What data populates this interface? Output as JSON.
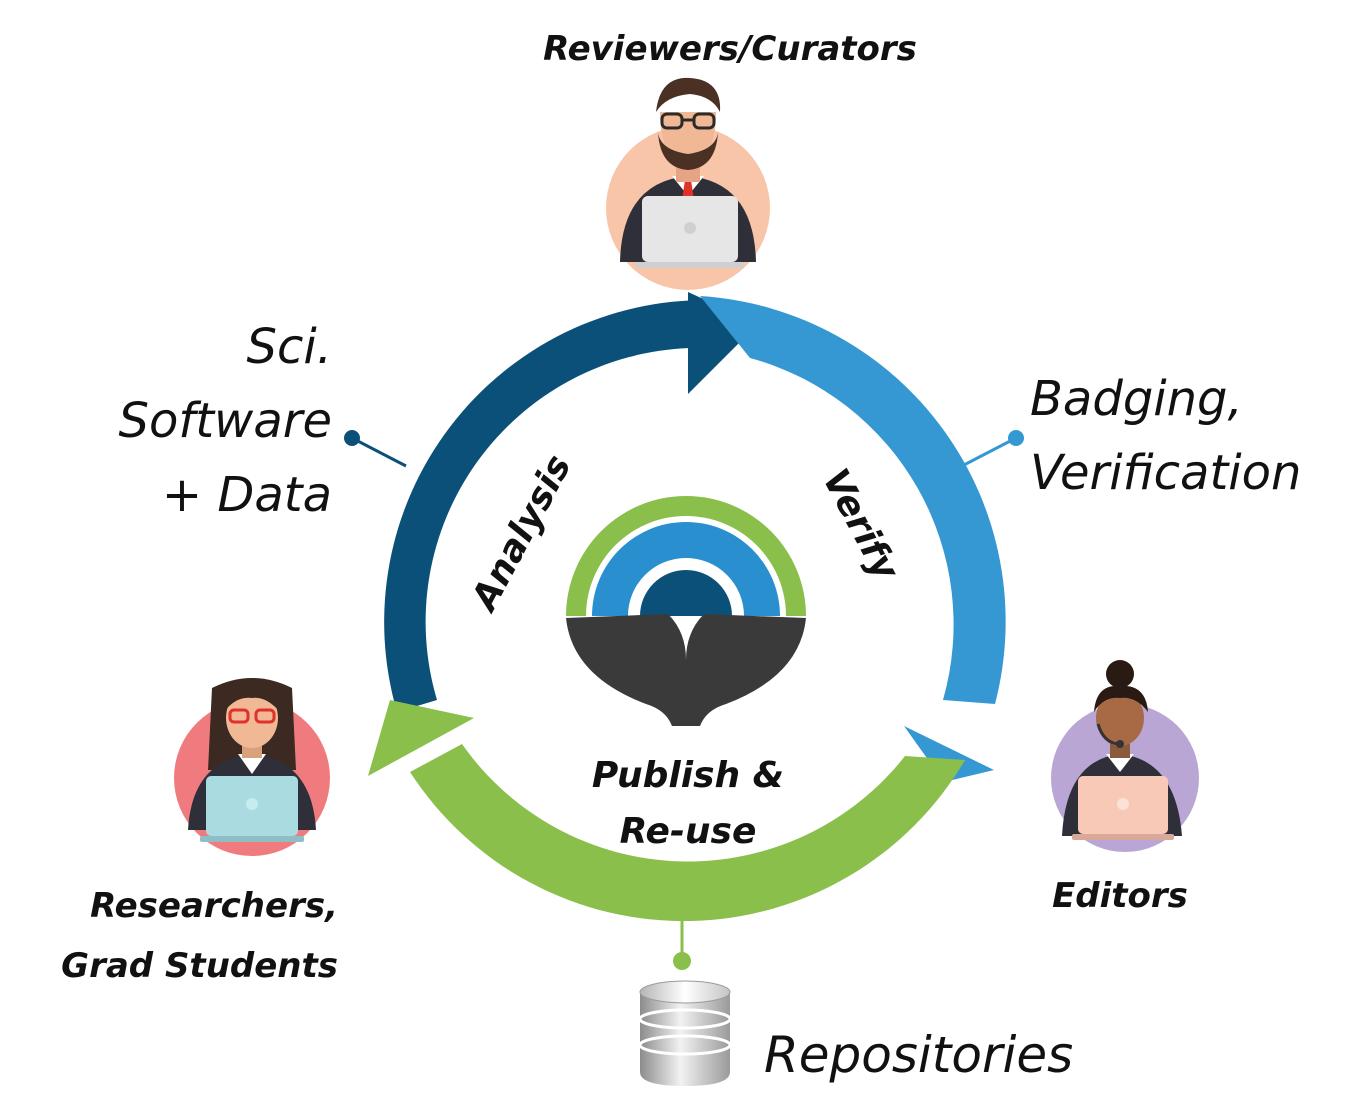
{
  "roles": {
    "reviewers": "Reviewers/Curators",
    "researchers_line1": "Researchers,",
    "researchers_line2": "Grad Students",
    "editors": "Editors"
  },
  "labels": {
    "software_line1": "Sci.",
    "software_line2": "Software",
    "software_line3": "+ Data",
    "badging_line1": "Badging,",
    "badging_line2": "Verification",
    "repositories": "Repositories"
  },
  "cycle": {
    "analysis": "Analysis",
    "verify": "Verify",
    "publish_line1": "Publish &",
    "publish_line2": "Re-use"
  },
  "colors": {
    "dark_blue": "#0b5079",
    "light_blue": "#3598d2",
    "green": "#8abf4c",
    "logo_dark": "#3a3a3a"
  },
  "icons": {
    "reviewer": "bearded-man-laptop-icon",
    "researcher": "woman-glasses-laptop-icon",
    "editor": "woman-headset-laptop-icon",
    "repository": "database-icon",
    "center": "arch-logo-icon"
  }
}
